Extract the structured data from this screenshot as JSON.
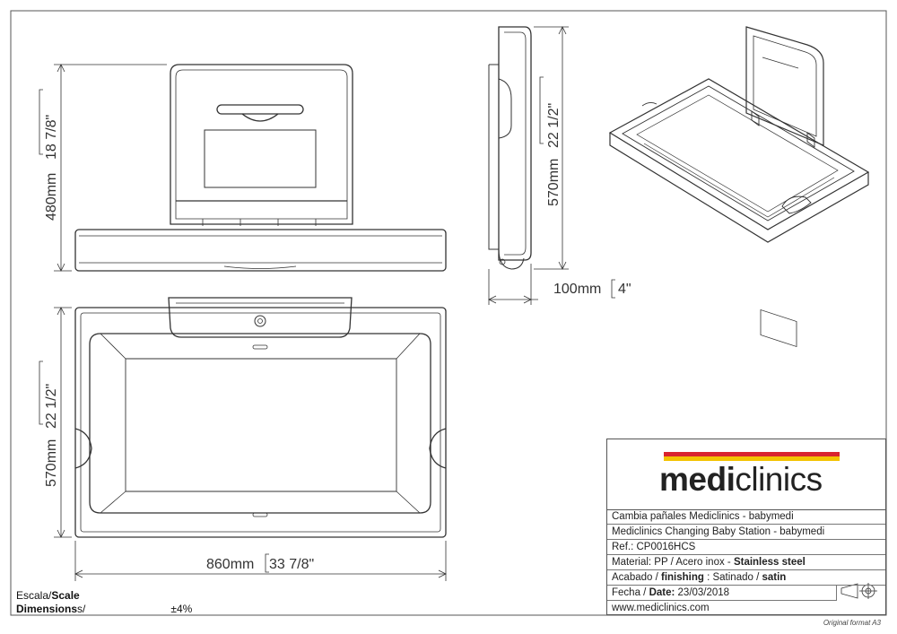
{
  "dimensions": {
    "top_height": "480mm",
    "top_height_in": "18 7/8\"",
    "side_height": "570mm",
    "side_height_in": "22 1/2\"",
    "side_depth": "100mm",
    "side_depth_in": "4\"",
    "front_height": "570mm",
    "front_height_in": "22 1/2\"",
    "front_width": "860mm",
    "front_width_in": "33 7/8\""
  },
  "scale": {
    "line1_a": "Escala/",
    "line1_b": "Scale",
    "line2_a": "Dimensions",
    "line2_b": "s/",
    "tolerance": "±4%"
  },
  "title_block": {
    "logo_bold": "medi",
    "logo_light": "clinics",
    "row1": "Cambia pañales Mediclinics - babymedi",
    "row2": "Mediclinics Changing Baby Station - babymedi",
    "row3": "Ref.: CP0016HCS",
    "row4_a": "Material: PP / Acero inox - ",
    "row4_b": "Stainless steel",
    "row5_a": "Acabado /  ",
    "row5_b": "finishing",
    "row5_c": " : Satinado /  ",
    "row5_d": "satin",
    "row6_a": "Fecha /  ",
    "row6_b": "Date:",
    "row6_c": "  23/03/2018",
    "row7": "www.mediclinics.com",
    "original_format": "Original format A3"
  },
  "colors": {
    "stripe_red": "#d9232e",
    "stripe_yellow": "#f3c200",
    "line": "#333333"
  }
}
